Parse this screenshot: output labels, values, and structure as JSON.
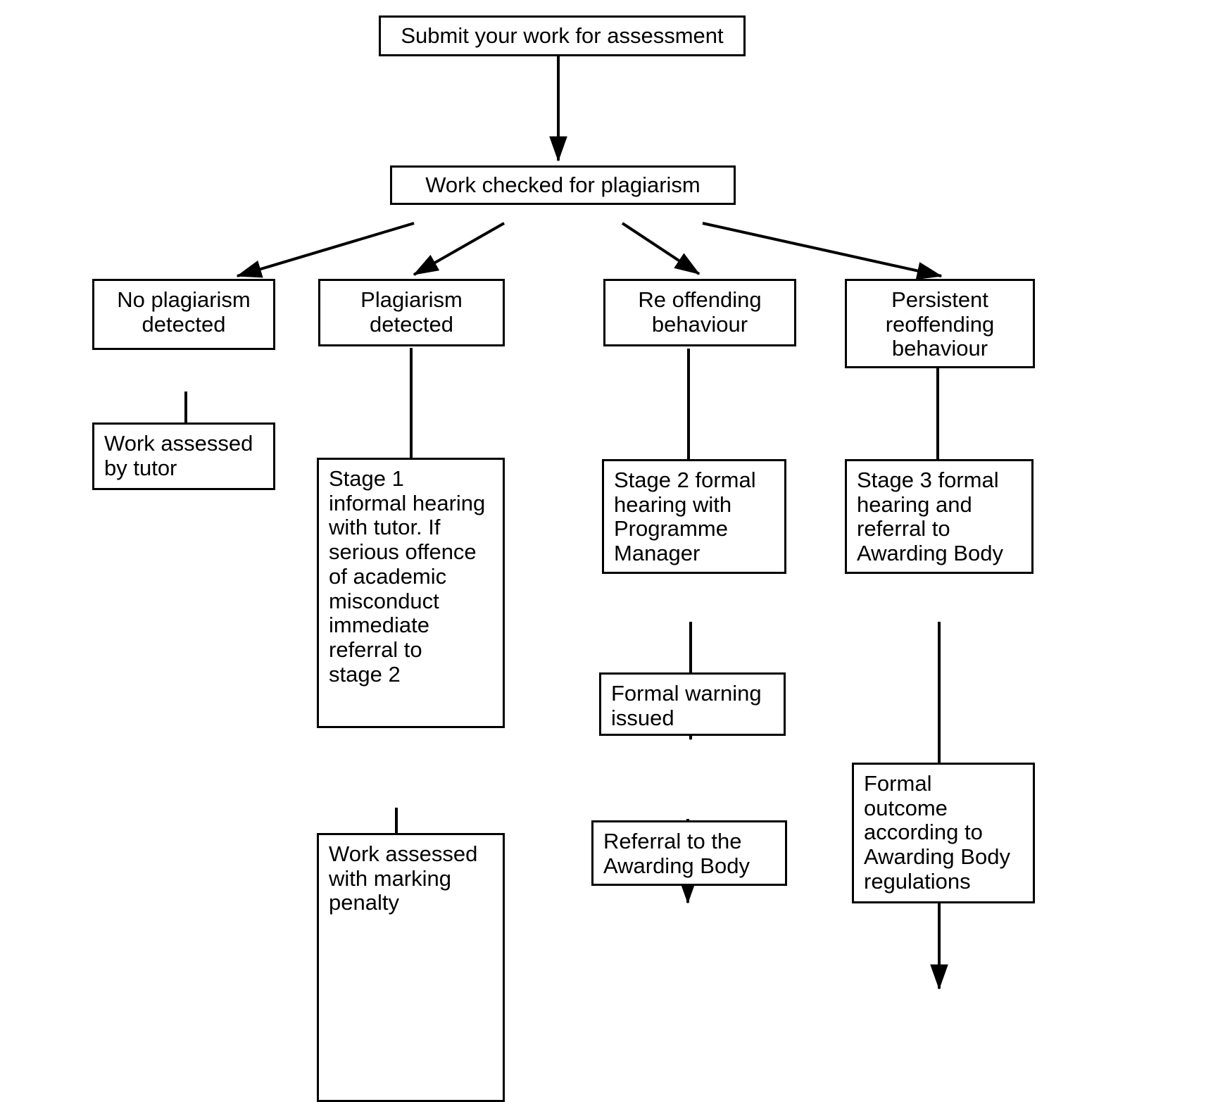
{
  "diagram": {
    "title": "Plagiarism and academic misconduct procedure flowchart",
    "stroke_color": "#000000",
    "background_color": "#ffffff",
    "nodes": [
      {
        "id": "submit",
        "label": "Submit your work for assessment"
      },
      {
        "id": "checked",
        "label": "Work checked for plagiarism"
      },
      {
        "id": "no_plagiarism",
        "label": "No plagiarism\ndetected"
      },
      {
        "id": "plagiarism",
        "label": "Plagiarism\ndetected"
      },
      {
        "id": "reoffending",
        "label": "Re offending\nbehaviour"
      },
      {
        "id": "persistent",
        "label": "Persistent\nreoffending\nbehaviour"
      },
      {
        "id": "assessed_tutor",
        "label": "Work assessed\nby tutor"
      },
      {
        "id": "stage1",
        "label": "Stage 1\ninformal hearing\nwith tutor. If\nserious offence\nof academic\nmisconduct\nimmediate\nreferral to\nstage 2"
      },
      {
        "id": "stage2",
        "label": "Stage 2 formal\nhearing with\nProgramme\nManager"
      },
      {
        "id": "stage3",
        "label": "Stage 3 formal\nhearing and\nreferral to\nAwarding Body"
      },
      {
        "id": "formal_warning",
        "label": "Formal warning\nissued"
      },
      {
        "id": "referral_awarding",
        "label": "Referral to the\nAwarding Body"
      },
      {
        "id": "assessed_penalty",
        "label": "Work assessed\nwith marking\npenalty"
      },
      {
        "id": "formal_outcome",
        "label": "Formal\noutcome\naccording to\nAwarding Body\nregulations"
      }
    ],
    "edges": [
      {
        "from": "submit",
        "to": "checked"
      },
      {
        "from": "checked",
        "to": "no_plagiarism"
      },
      {
        "from": "checked",
        "to": "plagiarism"
      },
      {
        "from": "checked",
        "to": "reoffending"
      },
      {
        "from": "checked",
        "to": "persistent"
      },
      {
        "from": "no_plagiarism",
        "to": "assessed_tutor"
      },
      {
        "from": "plagiarism",
        "to": "stage1"
      },
      {
        "from": "reoffending",
        "to": "stage2"
      },
      {
        "from": "persistent",
        "to": "stage3"
      },
      {
        "from": "stage1",
        "to": "assessed_penalty"
      },
      {
        "from": "stage2",
        "to": "formal_warning"
      },
      {
        "from": "formal_warning",
        "to": "referral_awarding"
      },
      {
        "from": "stage3",
        "to": "formal_outcome"
      }
    ]
  }
}
